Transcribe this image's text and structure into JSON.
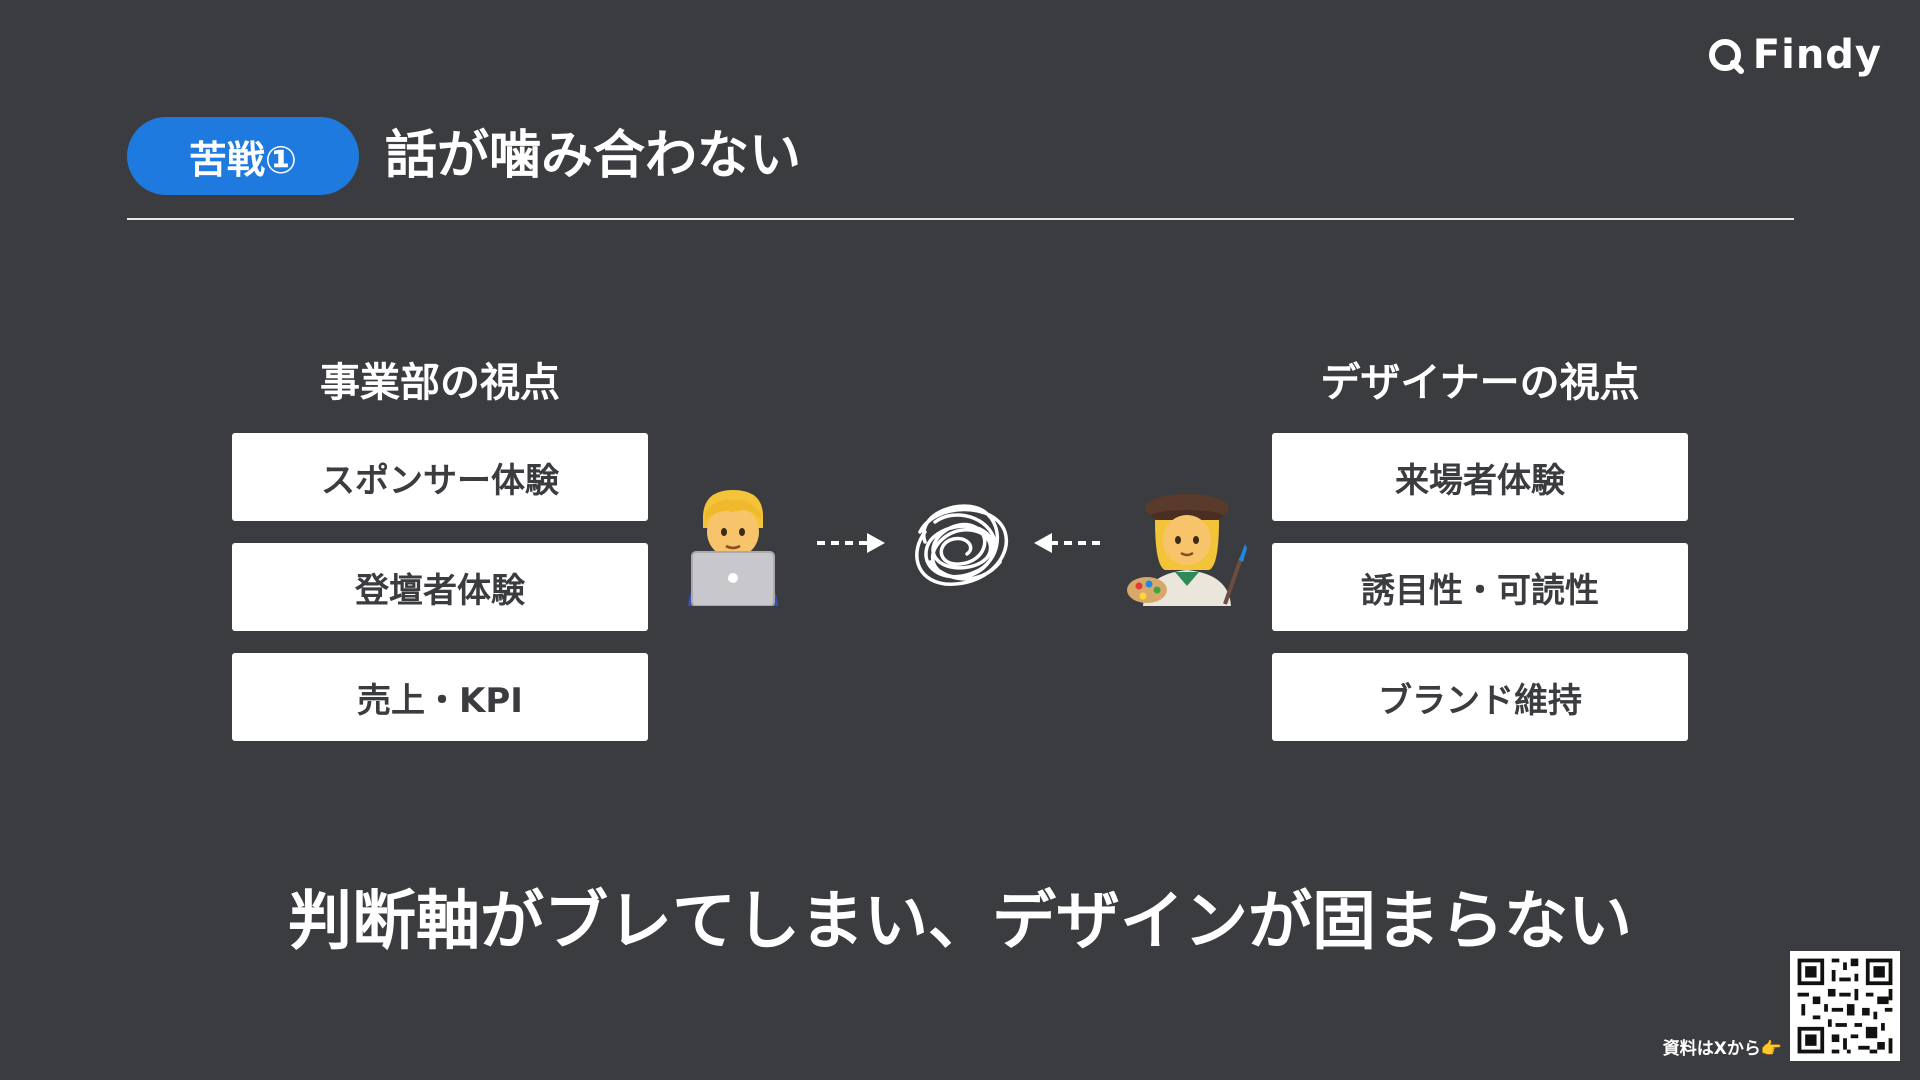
{
  "brand": {
    "name": "Findy",
    "logo_icon": "findy-logo-icon"
  },
  "header": {
    "badge": "苦戦①",
    "title": "話が噛み合わない"
  },
  "left_column": {
    "heading": "事業部の視点",
    "items": [
      "スポンサー体験",
      "登壇者体験",
      "売上・KPI"
    ],
    "avatar_icon": "man-technologist-icon"
  },
  "right_column": {
    "heading": "デザイナーの視点",
    "items": [
      "来場者体験",
      "誘目性・可読性",
      "ブランド維持"
    ],
    "avatar_icon": "woman-artist-icon"
  },
  "center": {
    "tangle_icon": "scribble-tangle-icon",
    "arrow_left_icon": "dashed-arrow-right-icon",
    "arrow_right_icon": "dashed-arrow-left-icon"
  },
  "conclusion": "判断軸がブレてしまい、デザインが固まらない",
  "footer": {
    "qr_caption": "資料はXから👉",
    "qr_icon": "qr-code-icon"
  }
}
